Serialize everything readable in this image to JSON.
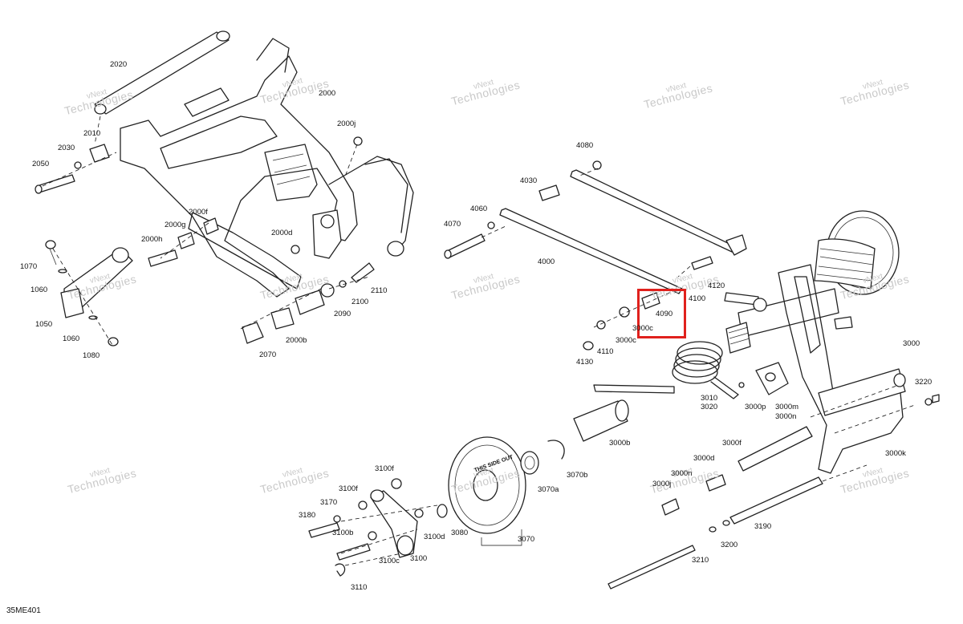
{
  "diagram_code": "35ME401",
  "watermark": {
    "line1": "vNext",
    "line2": "Technologies",
    "alt": "vNext Technologies"
  },
  "highlight_color": "#e0211d",
  "labels": {
    "p2020": "2020",
    "p2000": "2000",
    "p2010": "2010",
    "p2030": "2030",
    "p2050": "2050",
    "p2000j": "2000j",
    "p2000f": "2000f",
    "p2000g": "2000g",
    "p2000h": "2000h",
    "p2000d": "2000d",
    "p1070": "1070",
    "p1060a": "1060",
    "p1050": "1050",
    "p1060b": "1060",
    "p1080": "1080",
    "p2110": "2110",
    "p2100": "2100",
    "p2090": "2090",
    "p2000b": "2000b",
    "p2070": "2070",
    "p4080": "4080",
    "p4030": "4030",
    "p4060": "4060",
    "p4070": "4070",
    "p4000": "4000",
    "p4120": "4120",
    "p4100": "4100",
    "p4090": "4090",
    "p3000c_a": "3000c",
    "p3000c_b": "3000c",
    "p4110": "4110",
    "p4130": "4130",
    "p3000": "3000",
    "p3010": "3010",
    "p3020": "3020",
    "p3000p": "3000p",
    "p3000m": "3000m",
    "p3000n_a": "3000n",
    "p3220": "3220",
    "p3000b": "3000b",
    "p3000f": "3000f",
    "p3000k": "3000k",
    "p3070b": "3070b",
    "p3070a": "3070a",
    "p3000d": "3000d",
    "p3000n_b": "3000n",
    "p3000j": "3000j",
    "p3100f_a": "3100f",
    "p3100f_b": "3100f",
    "p3170": "3170",
    "p3180": "3180",
    "p3100b": "3100b",
    "p3100d": "3100d",
    "p3080": "3080",
    "p3070": "3070",
    "p3100c": "3100c",
    "p3100": "3100",
    "p3110": "3110",
    "p3190": "3190",
    "p3200": "3200",
    "p3210": "3210"
  },
  "wheel_text": "THIS SIDE OUT"
}
